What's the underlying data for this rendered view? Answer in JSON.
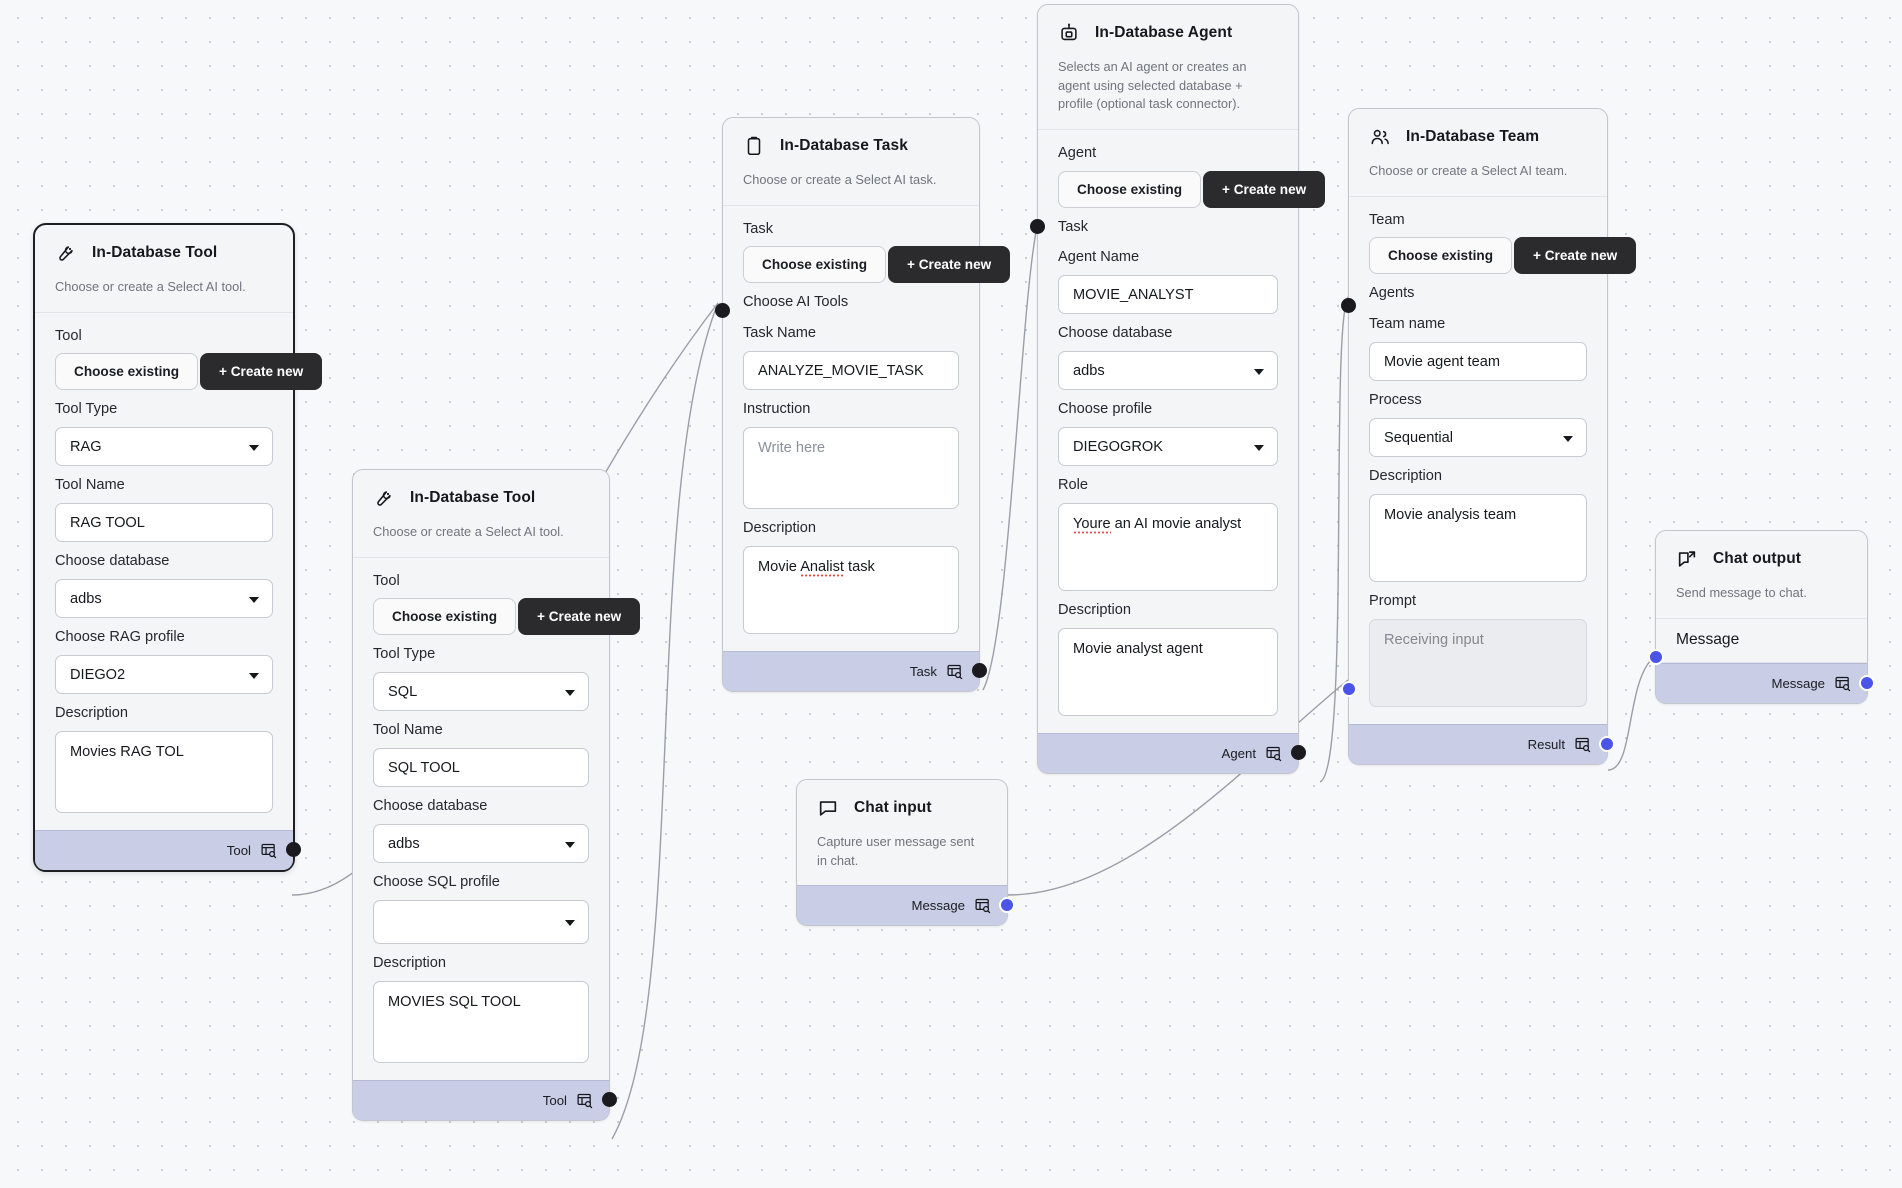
{
  "canvas": {
    "background": "#f7f8fa",
    "grid_dot_color": "#c9ccd4"
  },
  "colors": {
    "accent_dark_button": "#2b2a2c",
    "footer_band": "#c9cde5",
    "port_dark": "#1b1b1f",
    "port_blue": "#4a54e8",
    "selected_border": "#1d1f23"
  },
  "nodes": [
    {
      "id": "in-database-tool-rag",
      "title": "In-Database Tool",
      "icon": "wrench-icon",
      "subtitle": "Choose or create a Select AI tool.",
      "selected": true,
      "section_label": "Tool",
      "buttons": {
        "choose_existing": "Choose existing",
        "create_new": "+ Create new"
      },
      "fields": [
        {
          "label": "Tool Type",
          "type": "select",
          "value": "RAG"
        },
        {
          "label": "Tool Name",
          "type": "text",
          "value": "RAG TOOL"
        },
        {
          "label": "Choose database",
          "type": "select",
          "value": "adbs"
        },
        {
          "label": "Choose RAG profile",
          "type": "select",
          "value": "DIEGO2"
        },
        {
          "label": "Description",
          "type": "textarea",
          "value": "Movies RAG TOL"
        }
      ],
      "footer": {
        "label": "Tool",
        "icon": "table-search-icon"
      }
    },
    {
      "id": "in-database-tool-sql",
      "title": "In-Database Tool",
      "icon": "wrench-icon",
      "subtitle": "Choose or create a Select AI tool.",
      "selected": false,
      "section_label": "Tool",
      "buttons": {
        "choose_existing": "Choose existing",
        "create_new": "+ Create new"
      },
      "fields": [
        {
          "label": "Tool Type",
          "type": "select",
          "value": "SQL"
        },
        {
          "label": "Tool Name",
          "type": "text",
          "value": "SQL TOOL"
        },
        {
          "label": "Choose database",
          "type": "select",
          "value": "adbs"
        },
        {
          "label": "Choose SQL profile",
          "type": "select",
          "value": ""
        },
        {
          "label": "Description",
          "type": "textarea",
          "value": "MOVIES SQL TOOL"
        }
      ],
      "footer": {
        "label": "Tool",
        "icon": "table-search-icon"
      }
    },
    {
      "id": "in-database-task",
      "title": "In-Database Task",
      "icon": "clipboard-icon",
      "subtitle": "Choose or create a Select AI task.",
      "selected": false,
      "section_label": "Task",
      "buttons": {
        "choose_existing": "Choose existing",
        "create_new": "+ Create new"
      },
      "port_label": "Choose AI Tools",
      "fields": [
        {
          "label": "Task Name",
          "type": "text",
          "value": "ANALYZE_MOVIE_TASK"
        },
        {
          "label": "Instruction",
          "type": "textarea",
          "value": "",
          "placeholder": "Write here"
        },
        {
          "label": "Description",
          "type": "textarea",
          "value": "Movie Analist task",
          "misspelled": "Analist"
        }
      ],
      "footer": {
        "label": "Task",
        "icon": "table-search-icon"
      }
    },
    {
      "id": "in-database-agent",
      "title": "In-Database Agent",
      "icon": "robot-icon",
      "subtitle": "Selects an AI agent or creates an agent using selected database + profile (optional task connector).",
      "selected": false,
      "section_label": "Agent",
      "buttons": {
        "choose_existing": "Choose existing",
        "create_new": "+ Create new"
      },
      "port_label": "Task",
      "fields": [
        {
          "label": "Agent Name",
          "type": "text",
          "value": "MOVIE_ANALYST"
        },
        {
          "label": "Choose database",
          "type": "select",
          "value": "adbs"
        },
        {
          "label": "Choose profile",
          "type": "select",
          "value": "DIEGOGROK"
        },
        {
          "label": "Role",
          "type": "textarea",
          "value": "Youre an AI movie analyst",
          "misspelled": "Youre"
        },
        {
          "label": "Description",
          "type": "textarea",
          "value": "Movie analyst agent"
        }
      ],
      "footer": {
        "label": "Agent",
        "icon": "table-search-icon"
      }
    },
    {
      "id": "in-database-team",
      "title": "In-Database Team",
      "icon": "users-icon",
      "subtitle": "Choose or create a Select AI team.",
      "selected": false,
      "section_label": "Team",
      "buttons": {
        "choose_existing": "Choose existing",
        "create_new": "+ Create new"
      },
      "port_label": "Agents",
      "fields": [
        {
          "label": "Team name",
          "type": "text",
          "value": "Movie agent team"
        },
        {
          "label": "Process",
          "type": "select",
          "value": "Sequential"
        },
        {
          "label": "Description",
          "type": "textarea",
          "value": "Movie analysis team"
        },
        {
          "label": "Prompt",
          "type": "textarea",
          "value": "",
          "placeholder": "Receiving input",
          "disabled": true
        }
      ],
      "footer": {
        "label": "Result",
        "icon": "table-search-icon"
      }
    },
    {
      "id": "chat-input",
      "title": "Chat input",
      "icon": "chat-bubble-icon",
      "subtitle": "Capture user message sent in chat.",
      "selected": false,
      "footer": {
        "label": "Message",
        "icon": "table-search-icon"
      }
    },
    {
      "id": "chat-output",
      "title": "Chat output",
      "icon": "chat-bubble-out-icon",
      "subtitle": "Send message to chat.",
      "selected": false,
      "plain_row": "Message",
      "footer": {
        "label": "Message",
        "icon": "table-search-icon"
      }
    }
  ]
}
